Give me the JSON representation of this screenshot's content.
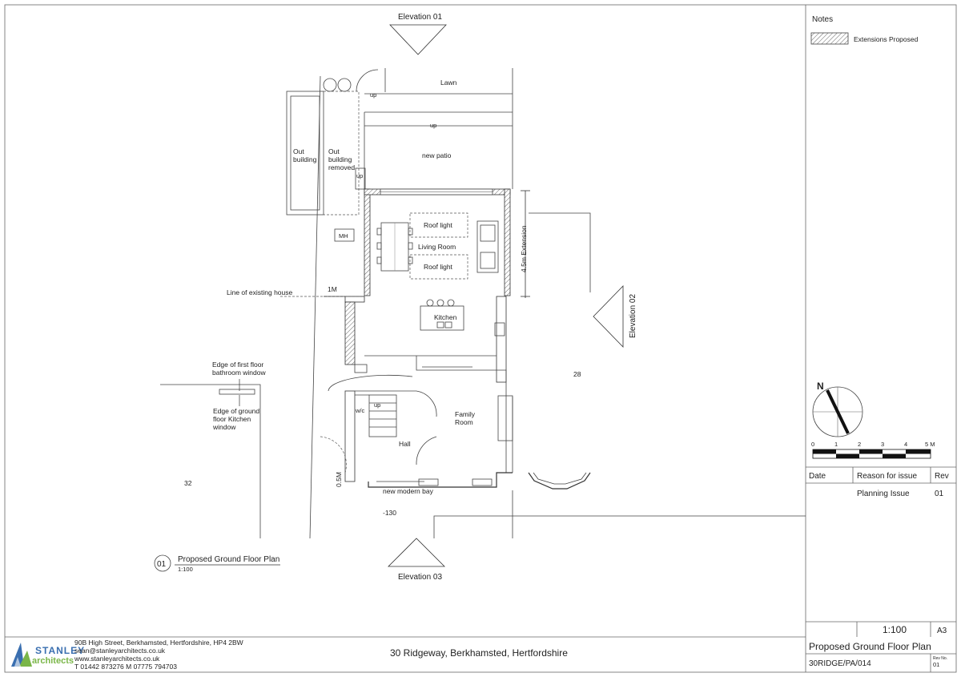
{
  "drawing": {
    "elevation_top": "Elevation 01",
    "elevation_right": "Elevation 02",
    "elevation_bottom": "Elevation 03",
    "rooms": {
      "lawn": "Lawn",
      "new_patio": "new patio",
      "out_building_1": "Out",
      "out_building_2": "building",
      "removed_1": "Out",
      "removed_2": "building",
      "removed_3": "removed",
      "roof_light_1": "Roof light",
      "roof_light_2": "Roof light",
      "living_room": "Living Room",
      "kitchen": "Kitchen",
      "family_room_1": "Family",
      "family_room_2": "Room",
      "hall": "Hall",
      "wc": "w/c",
      "mh": "MH"
    },
    "labels": {
      "up_1": "up",
      "up_2": "up",
      "up_3": "up",
      "up_4": "up",
      "line_existing": "Line of existing house",
      "one_m": "1M",
      "extension": "4.5m Extension",
      "edge_first_1": "Edge of first floor",
      "edge_first_2": "bathroom window",
      "edge_ground_1": "Edge of ground",
      "edge_ground_2": "floor Kitchen",
      "edge_ground_3": "window",
      "half_m": "0.5M",
      "new_bay": "new modern bay",
      "house_28": "28",
      "house_32": "32",
      "house_130": "-130"
    },
    "plan_title": {
      "number": "01",
      "title": "Proposed Ground Floor Plan",
      "scale": "1:100"
    }
  },
  "title_block": {
    "notes_heading": "Notes",
    "legend_label": "Extensions Proposed",
    "north": "N",
    "scale_ticks": [
      "0",
      "1",
      "2",
      "3",
      "4",
      "5 M"
    ],
    "rev_table": {
      "headers": [
        "Date",
        "Reason for issue",
        "Rev"
      ],
      "rows": [
        [
          "",
          "Planning Issue",
          "01"
        ]
      ]
    },
    "scale": "1:100",
    "paper": "A3",
    "drawing_title": "Proposed Ground Floor Plan",
    "drawing_number": "30RIDGE/PA/014",
    "rev_no_label": "Rev No.",
    "rev_no": "01"
  },
  "footer": {
    "logo_top": "STANLEY",
    "logo_bottom": "architects",
    "address": "90B High Street, Berkhamsted, Hertfordshire, HP4 2BW",
    "email": "sean@stanleyarchitects.co.uk",
    "web": "www.stanleyarchitects.co.uk",
    "phone": "T 01442 873276  M 07775 794703",
    "project": "30 Ridgeway, Berkhamsted, Hertfordshire"
  },
  "colors": {
    "logo_blue": "#3a6fb0",
    "logo_green": "#7ab648",
    "line": "#333333"
  }
}
